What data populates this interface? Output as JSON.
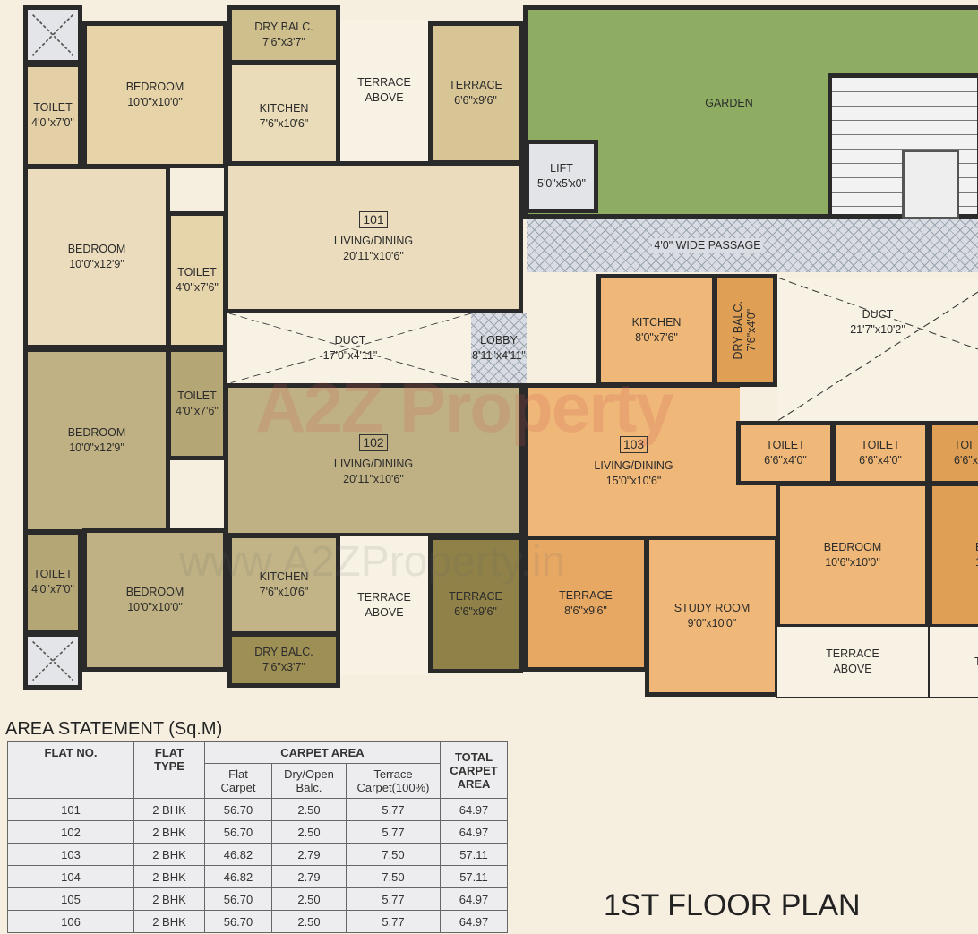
{
  "flats": {
    "f101": "101",
    "f102": "102",
    "f103": "103"
  },
  "rooms": [
    {
      "label": "TOILET",
      "dim": "4'0\"x7'0\""
    },
    {
      "label": "BEDROOM",
      "dim": "10'0\"x10'0\""
    },
    {
      "label": "DRY BALC.",
      "dim": "7'6\"x3'7\""
    },
    {
      "label": "KITCHEN",
      "dim": "7'6\"x10'6\""
    },
    {
      "label": "TERRACE",
      "dim": "ABOVE"
    },
    {
      "label": "TERRACE",
      "dim": "6'6\"x9'6\""
    },
    {
      "label": "BEDROOM",
      "dim": "10'0\"x12'9\""
    },
    {
      "label": "TOILET",
      "dim": "4'0\"x7'6\""
    },
    {
      "label": "LIVING/DINING",
      "dim": "20'11\"x10'6\""
    },
    {
      "label": "DUCT",
      "dim": "17'0\"x4'11\""
    },
    {
      "label": "LOBBY",
      "dim": "8'11\"x4'11\""
    },
    {
      "label": "BEDROOM",
      "dim": "10'0\"x12'9\""
    },
    {
      "label": "TOILET",
      "dim": "4'0\"x7'6\""
    },
    {
      "label": "LIVING/DINING",
      "dim": "20'11\"x10'6\""
    },
    {
      "label": "TOILET",
      "dim": "4'0\"x7'0\""
    },
    {
      "label": "BEDROOM",
      "dim": "10'0\"x10'0\""
    },
    {
      "label": "KITCHEN",
      "dim": "7'6\"x10'6\""
    },
    {
      "label": "DRY BALC.",
      "dim": "7'6\"x3'7\""
    },
    {
      "label": "TERRACE",
      "dim": "ABOVE"
    },
    {
      "label": "TERRACE",
      "dim": "6'6\"x9'6\""
    },
    {
      "label": "GARDEN",
      "dim": ""
    },
    {
      "label": "LIFT",
      "dim": "5'0\"x5'x0\""
    },
    {
      "label": "4'0\" WIDE PASSAGE",
      "dim": ""
    },
    {
      "label": "KITCHEN",
      "dim": "8'0\"x7'6\""
    },
    {
      "label": "DRY BALC.",
      "dim": "7'6\"x4'0\""
    },
    {
      "label": "DUCT",
      "dim": "21'7\"x10'2\""
    },
    {
      "label": "LIVING/DINING",
      "dim": "15'0\"x10'6\""
    },
    {
      "label": "TOILET",
      "dim": "6'6\"x4'0\""
    },
    {
      "label": "TOILET",
      "dim": "6'6\"x4'0\""
    },
    {
      "label": "TOI",
      "dim": "6'6\"x"
    },
    {
      "label": "BEDROOM",
      "dim": "10'6\"x10'0\""
    },
    {
      "label": "TERRACE",
      "dim": "8'6\"x9'6\""
    },
    {
      "label": "STUDY ROOM",
      "dim": "9'0\"x10'0\""
    },
    {
      "label": "TERRACE",
      "dim": "ABOVE"
    },
    {
      "label": "B",
      "dim": "1"
    },
    {
      "label": "T",
      "dim": ""
    }
  ],
  "area_statement": {
    "title": "AREA STATEMENT (Sq.M)",
    "headers": {
      "flat_no": "FLAT NO.",
      "flat_type": "FLAT TYPE",
      "carpet_area": "CARPET AREA",
      "flat_carpet": "Flat Carpet",
      "dry_open": "Dry/Open Balc.",
      "terrace": "Terrace Carpet(100%)",
      "total": "TOTAL CARPET AREA"
    },
    "rows": [
      [
        "101",
        "2 BHK",
        "56.70",
        "2.50",
        "5.77",
        "64.97"
      ],
      [
        "102",
        "2 BHK",
        "56.70",
        "2.50",
        "5.77",
        "64.97"
      ],
      [
        "103",
        "2 BHK",
        "46.82",
        "2.79",
        "7.50",
        "57.11"
      ],
      [
        "104",
        "2 BHK",
        "46.82",
        "2.79",
        "7.50",
        "57.11"
      ],
      [
        "105",
        "2 BHK",
        "56.70",
        "2.50",
        "5.77",
        "64.97"
      ],
      [
        "106",
        "2 BHK",
        "56.70",
        "2.50",
        "5.77",
        "64.97"
      ]
    ]
  },
  "plan_title": "1ST FLOOR PLAN",
  "watermark": "A2Z Property",
  "watermark2": "www.A2ZProperty.in",
  "colors": {
    "flat101": "#eadcbc",
    "flat102": "#bfb183",
    "flat103": "#f0b878",
    "garden": "#8ead63"
  }
}
